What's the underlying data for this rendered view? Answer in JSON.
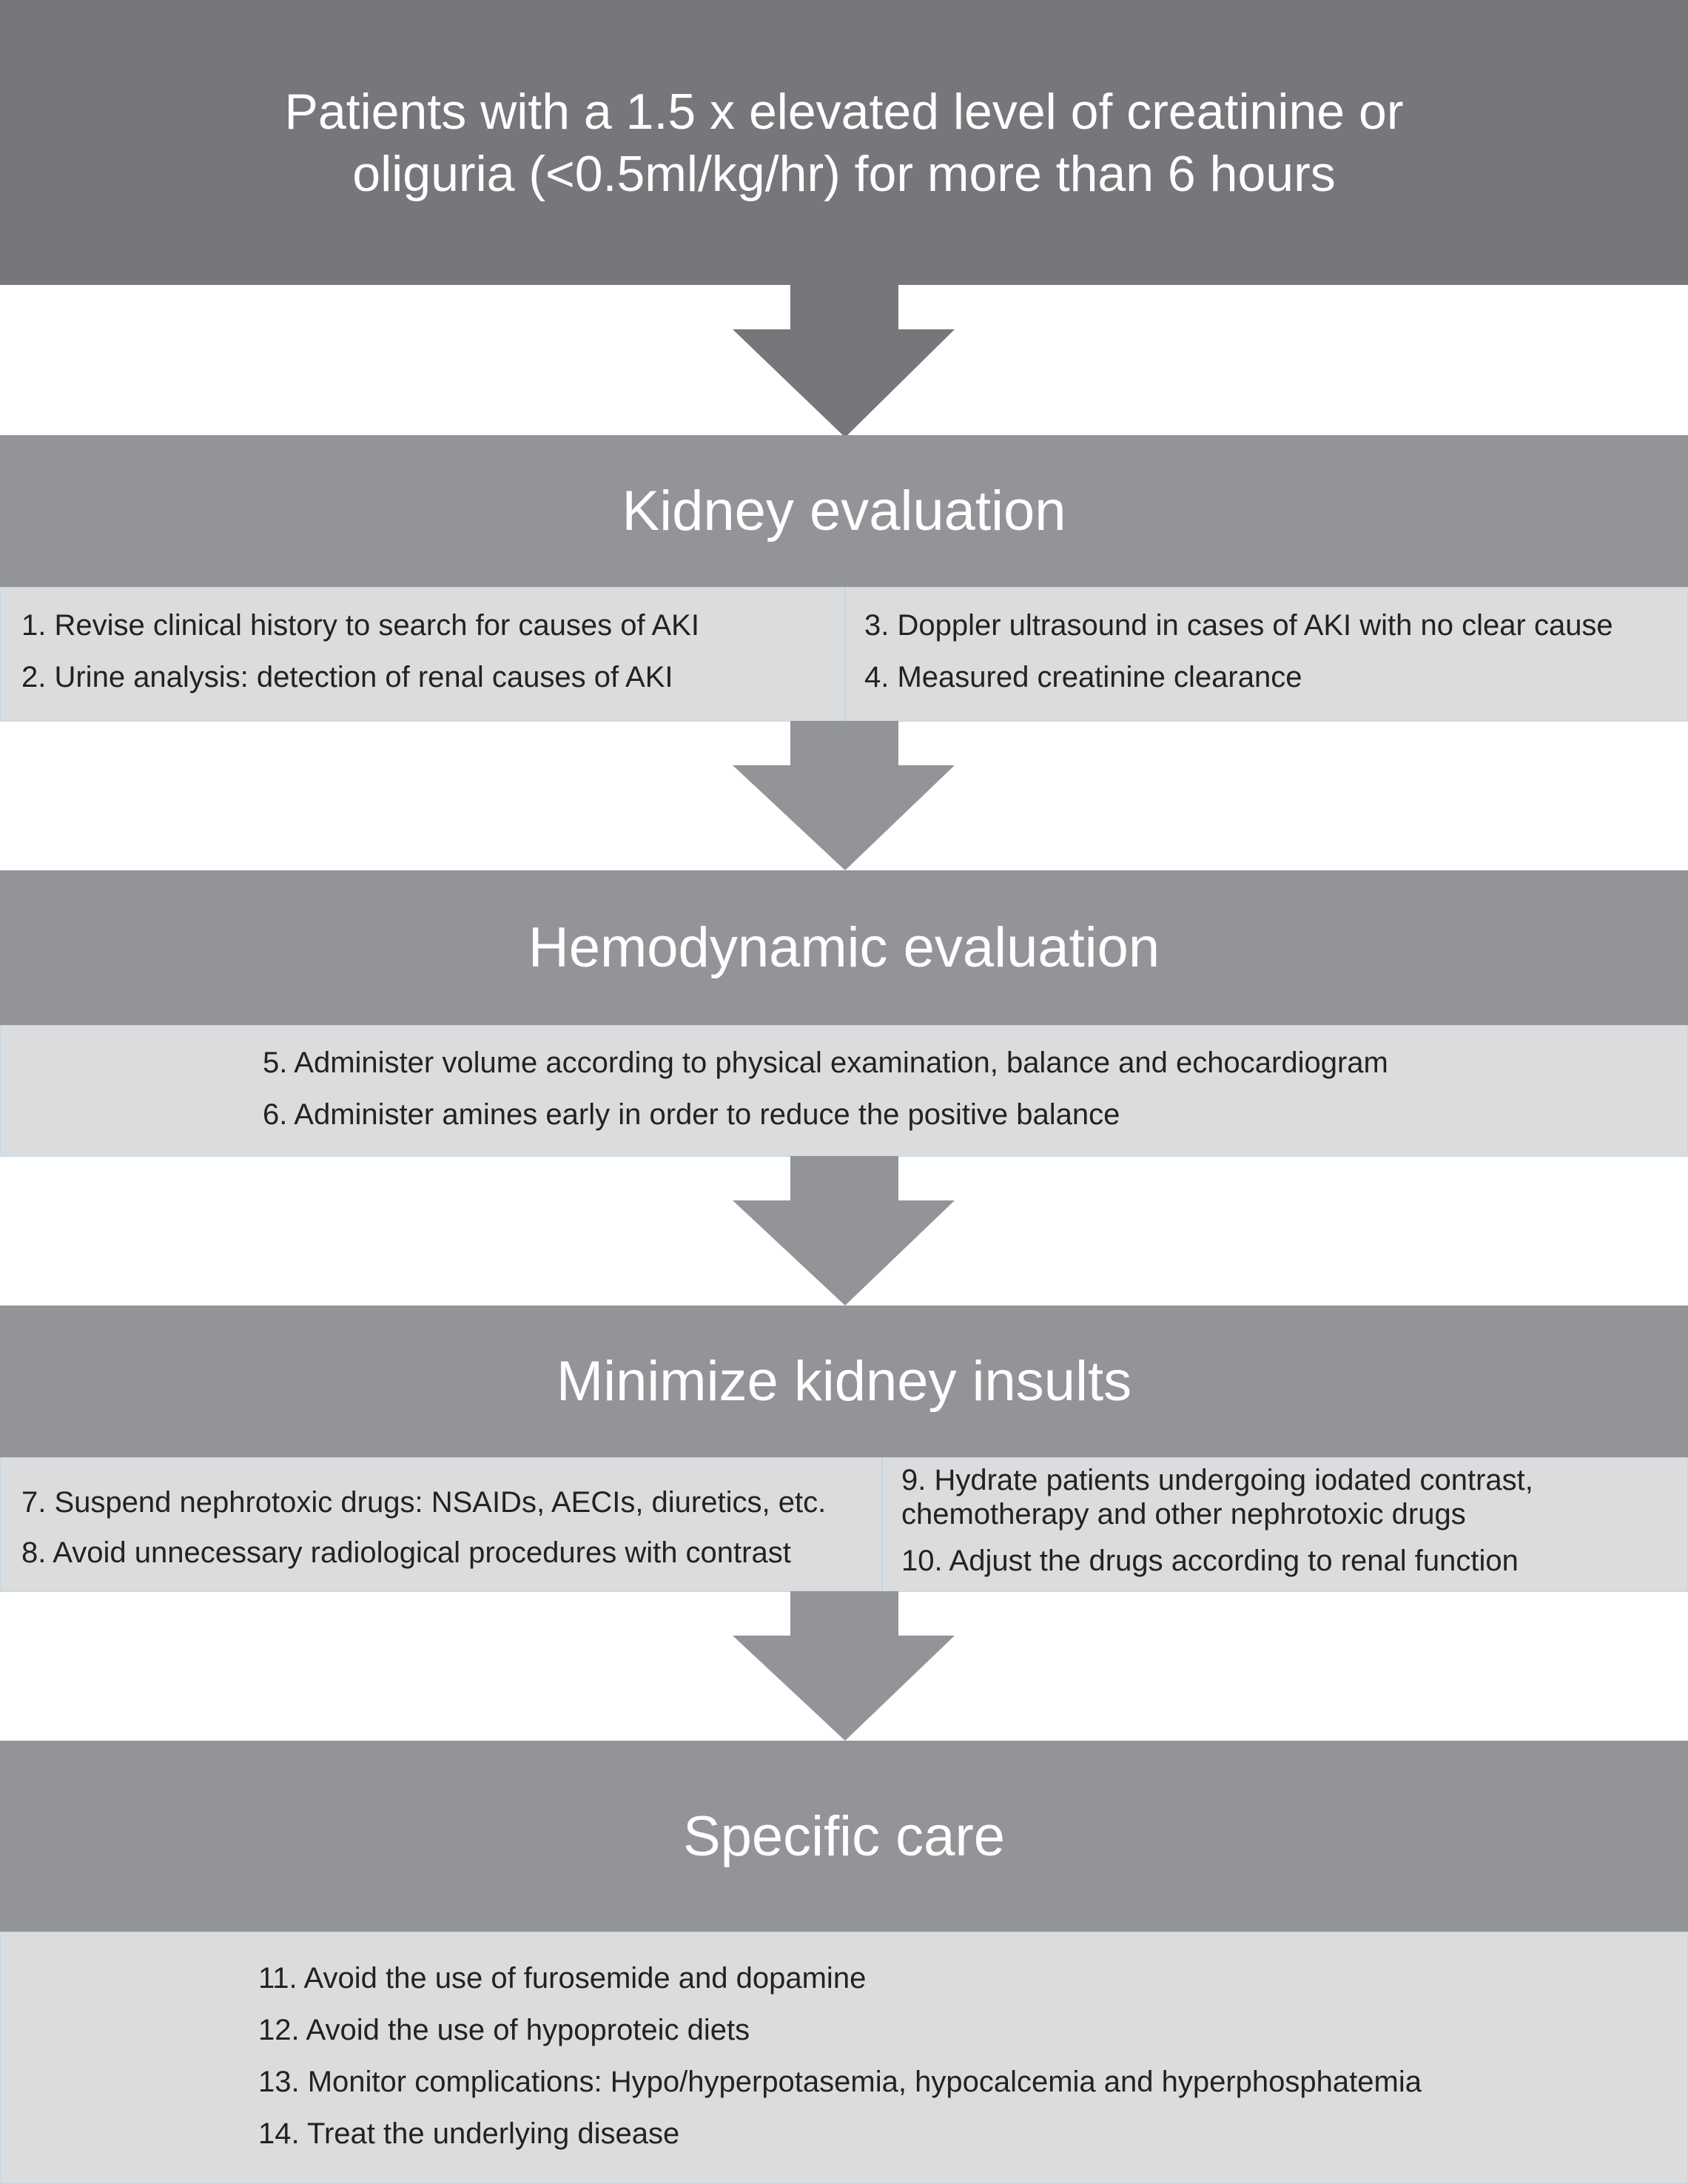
{
  "start": {
    "line1": "Patients with a 1.5 x elevated level of creatinine or",
    "line2": "oliguria (<0.5ml/kg/hr) for more than 6 hours"
  },
  "kidney_evaluation": {
    "title": "Kidney evaluation",
    "items": [
      "1. Revise clinical history to search for causes of AKI",
      "2. Urine analysis: detection of renal causes of AKI",
      "3. Doppler ultrasound in cases of AKI with no clear cause",
      "4. Measured creatinine clearance"
    ]
  },
  "hemodynamic_evaluation": {
    "title": "Hemodynamic evaluation",
    "items": [
      "5. Administer volume according to physical examination, balance and echocardiogram",
      "6. Administer amines early in order to reduce the positive balance"
    ]
  },
  "minimize_kidney_insults": {
    "title": "Minimize kidney insults",
    "items": [
      "7. Suspend nephrotoxic drugs: NSAIDs, AECIs, diuretics, etc.",
      "8. Avoid unnecessary radiological procedures with contrast",
      "9. Hydrate patients undergoing iodated contrast,",
      "chemotherapy and other nephrotoxic drugs",
      "10. Adjust the drugs according to renal function"
    ]
  },
  "specific_care": {
    "title": "Specific care",
    "items": [
      "11. Avoid the use of furosemide and dopamine",
      "12. Avoid the use of hypoproteic diets",
      "13. Monitor complications: Hypo/hyperpotasemia, hypocalcemia and hyperphosphatemia",
      "14. Treat the underlying disease"
    ]
  },
  "colors": {
    "top_box": "#76777b",
    "header": "#939498",
    "body": "#dbdcde",
    "arrow_dark": "#76777b",
    "arrow_light": "#939498"
  }
}
